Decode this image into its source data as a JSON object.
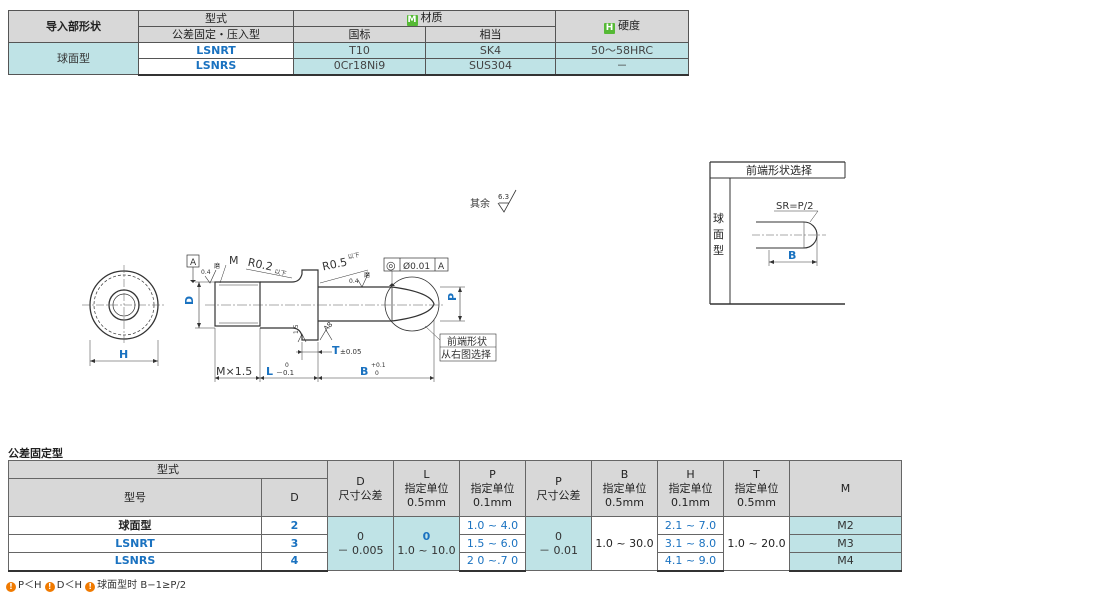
{
  "material_table": {
    "header": {
      "shape": "导入部形状",
      "type": "型式",
      "type_sub": "公差固定・压入型",
      "material_tag": "M",
      "material": "材质",
      "std": "国标",
      "equiv": "相当",
      "hardness_tag": "H",
      "hardness": "硬度"
    },
    "shape_name": "球面型",
    "rows": [
      {
        "code": "LSNRT",
        "std": "T10",
        "equiv": "SK4",
        "hardness": "50～58HRC"
      },
      {
        "code": "LSNRS",
        "std": "0Cr18Ni9",
        "equiv": "SUS304",
        "hardness": "－"
      }
    ]
  },
  "drawing": {
    "roughness_rest": "其余",
    "roughness_val": "6.3",
    "datum": "A",
    "label_M": "M",
    "r02": "R0.2",
    "r05": "R0.5",
    "ixia": "以下",
    "rough04": "0.4",
    "grind": "磨",
    "conc_sym": "◎",
    "conc_val": "Ø0.01",
    "conc_ref": "A",
    "chamfer": "1.5",
    "a8": "A8",
    "D": "D",
    "P": "P",
    "H": "H",
    "T": "T",
    "T_tol": "±0.05",
    "L": "L",
    "L_tol_up": "0",
    "L_tol_low": "－0.1",
    "B": "B",
    "B_tol_up": "+0.1",
    "B_tol_low": "0",
    "Mx": "M×1.5",
    "note1": "前端形状",
    "note2": "从右图选择"
  },
  "tip_box": {
    "title": "前端形状选择",
    "side": [
      "球",
      "面",
      "型"
    ],
    "sr": "SR=P/2",
    "B": "B"
  },
  "spec_section_title": "公差固定型",
  "spec_table": {
    "h_type": "型式",
    "h_code": "型号",
    "h_D": "D",
    "h_D_tol": [
      "D",
      "尺寸公差"
    ],
    "h_L": [
      "L",
      "指定单位",
      "0.5mm"
    ],
    "h_P": [
      "P",
      "指定单位",
      "0.1mm"
    ],
    "h_P_tol": [
      "P",
      "尺寸公差"
    ],
    "h_B": [
      "B",
      "指定单位",
      "0.5mm"
    ],
    "h_H": [
      "H",
      "指定单位",
      "0.1mm"
    ],
    "h_T": [
      "T",
      "指定单位",
      "0.5mm"
    ],
    "h_M": "M",
    "type_name": "球面型",
    "codes": [
      "LSNRT",
      "LSNRS"
    ],
    "D_vals": [
      "2",
      "3",
      "4"
    ],
    "D_tol": [
      "0",
      "－ 0.005"
    ],
    "L_range": [
      "0",
      "1.0 ~ 10.0"
    ],
    "P_ranges": [
      "1.0 ~ 4.0",
      "1.5 ~ 6.0",
      "2 0 ~.7 0"
    ],
    "P_tol": [
      "0",
      "－ 0.01"
    ],
    "B_range": "1.0 ~ 30.0",
    "H_ranges": [
      "2.1 ~ 7.0",
      "3.1 ~ 8.0",
      "4.1 ~ 9.0"
    ],
    "T_range": "1.0 ~ 20.0",
    "M_vals": [
      "M2",
      "M3",
      "M4"
    ]
  },
  "notes": [
    "P＜H",
    "D＜H",
    "球面型时 B−1≥P/2"
  ]
}
